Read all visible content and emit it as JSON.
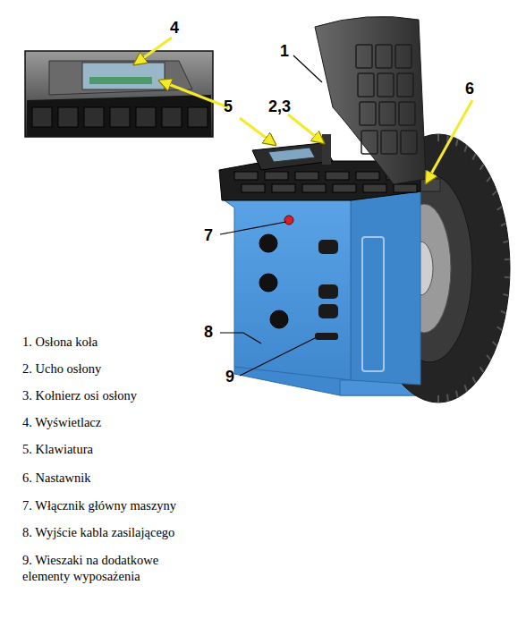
{
  "diagram": {
    "labels": [
      "4",
      "5",
      "1",
      "2,3",
      "6",
      "7",
      "8",
      "9",
      "1. Osłona koła",
      "2. Ucho osłony",
      "3. Kołnierz osi osłony",
      "4. Wyświetlacz",
      "5. Klawiatura",
      "6. Nastawnik",
      "7. Włącznik główny maszyny",
      "8. Wyjście kabla zasilającego",
      "9. Wieszaki na dodatkowe elementy wyposażenia"
    ]
  }
}
